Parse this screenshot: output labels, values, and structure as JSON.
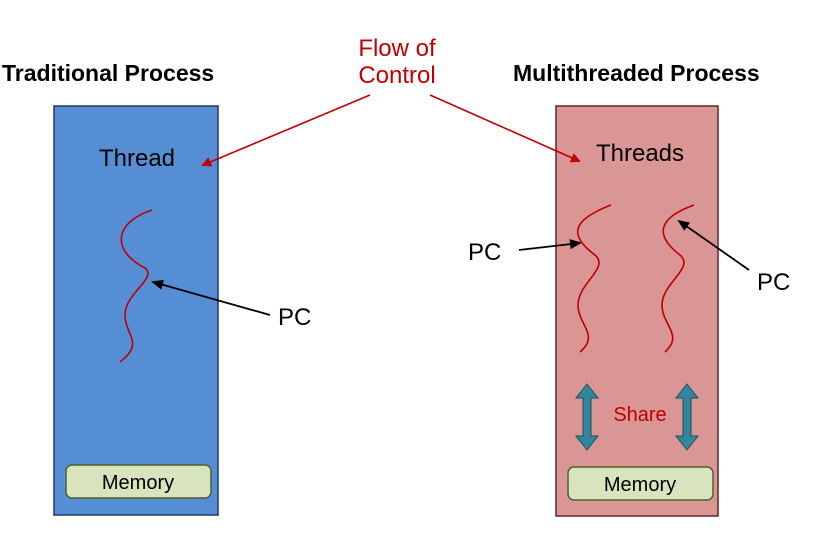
{
  "titles": {
    "traditional": "Traditional Process",
    "multithreaded": "Multithreaded Process"
  },
  "flow_of_control": {
    "line1": "Flow of",
    "line2": "Control"
  },
  "traditional_box": {
    "thread_label": "Thread",
    "pc_label": "PC",
    "memory_label": "Memory"
  },
  "multithreaded_box": {
    "threads_label": "Threads",
    "pc_left_label": "PC",
    "pc_right_label": "PC",
    "share_label": "Share",
    "memory_label": "Memory"
  },
  "colors": {
    "traditional_fill": "#558ed5",
    "multithreaded_fill": "#d99694",
    "memory_fill": "#d7e4bd",
    "memory_stroke": "#4f6228",
    "thread_line": "#c00000",
    "flow_text": "#c00000",
    "share_arrow": "#31859c"
  },
  "icons": {
    "thread": "squiggle-thread-icon",
    "share": "double-arrow-icon"
  }
}
